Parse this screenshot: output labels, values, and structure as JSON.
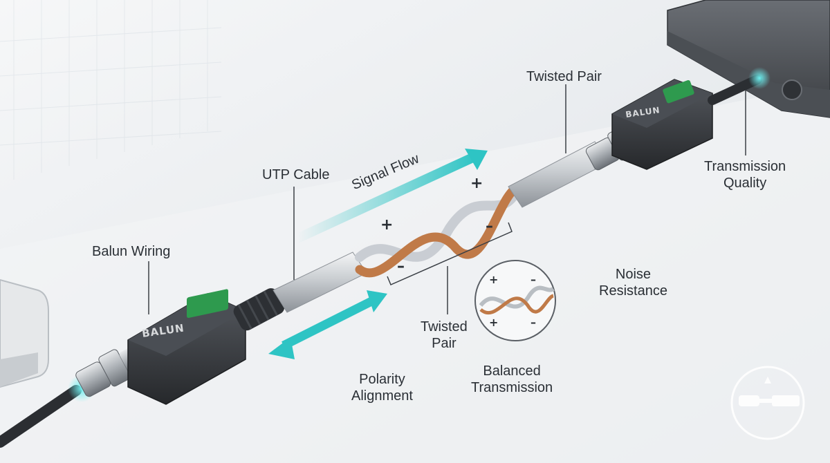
{
  "labels": {
    "twisted_pair_top": "Twisted Pair",
    "utp_cable": "UTP Cable",
    "signal_flow": "Signal Flow",
    "balun_wiring": "Balun Wiring",
    "transmission_quality": "Transmission\nQuality",
    "twisted_pair_bottom": "Twisted\nPair",
    "noise_resistance": "Noise\nResistance",
    "balanced_transmission": "Balanced\nTransmission",
    "polarity_alignment": "Polarity\nAlignment"
  },
  "signs": {
    "plus": "+",
    "minus": "–"
  },
  "device_text": {
    "balun_left": "BALUN",
    "balun_right": "BALUN"
  },
  "colors": {
    "accent_teal": "#2ec4c4",
    "copper": "#c07a48",
    "silver_wire": "#d9dde2",
    "balun_body": "#3a3d42",
    "terminal_green": "#2e9a4e"
  },
  "icons": {
    "watermark": "connector-logo-icon",
    "camera": "cctv-camera-icon",
    "dvr": "dvr-recorder-icon"
  }
}
